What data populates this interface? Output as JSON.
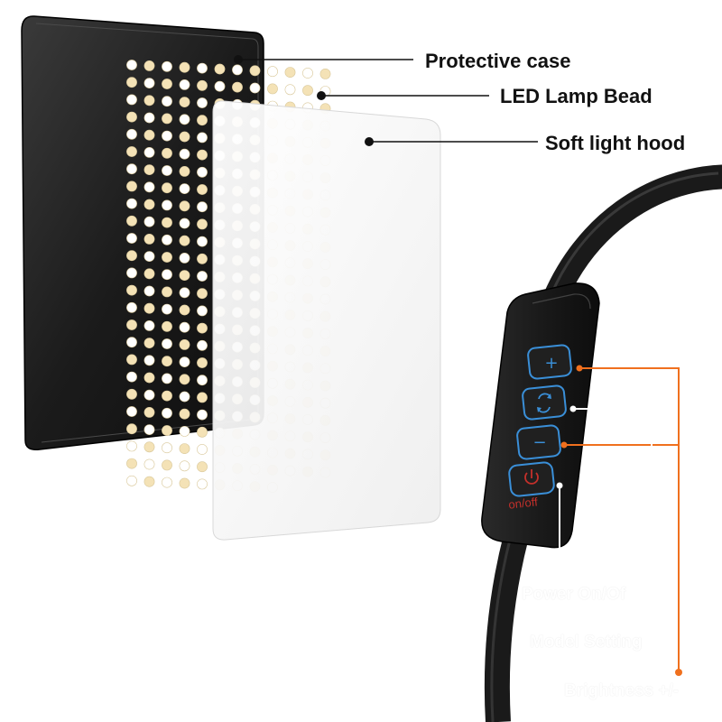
{
  "labels": {
    "protective_case": "Protective case",
    "led_lamp_bead": "LED Lamp Bead",
    "soft_light_hood": "Soft light hood",
    "power": "Power On/Of",
    "model_setting": "Model Setting",
    "brightness": "Brightness +/-"
  },
  "controller": {
    "plus_symbol": "+",
    "minus_symbol": "−",
    "on_off_text": "on/off"
  },
  "icons": {
    "plus": "plus-icon",
    "mode": "cycle-icon",
    "minus": "minus-icon",
    "power": "power-icon"
  },
  "colors": {
    "accent_orange": "#f0701e",
    "button_blue": "#3a8fd8",
    "power_red": "#c4302b",
    "case_black": "#1c1c1c",
    "warm_bead": "#f4e2b6",
    "cool_bead": "#ffffff"
  }
}
